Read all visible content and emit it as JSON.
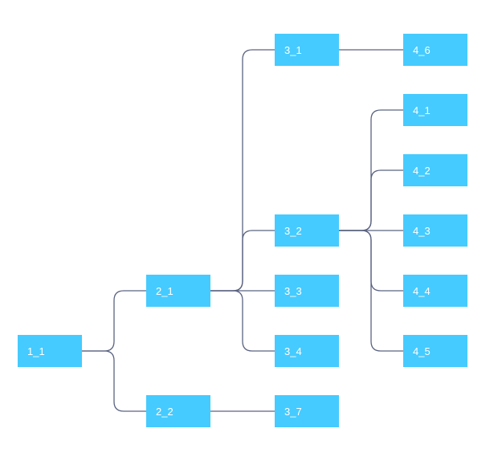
{
  "colors": {
    "node_fill": "#45CBFF",
    "node_text": "#FFFFFF",
    "edge": "#5B6381",
    "background": "#FFFFFF"
  },
  "nodes": [
    {
      "id": "1_1",
      "label": "1_1"
    },
    {
      "id": "2_1",
      "label": "2_1"
    },
    {
      "id": "2_2",
      "label": "2_2"
    },
    {
      "id": "3_1",
      "label": "3_1"
    },
    {
      "id": "3_2",
      "label": "3_2"
    },
    {
      "id": "3_3",
      "label": "3_3"
    },
    {
      "id": "3_4",
      "label": "3_4"
    },
    {
      "id": "3_7",
      "label": "3_7"
    },
    {
      "id": "4_1",
      "label": "4_1"
    },
    {
      "id": "4_2",
      "label": "4_2"
    },
    {
      "id": "4_3",
      "label": "4_3"
    },
    {
      "id": "4_4",
      "label": "4_4"
    },
    {
      "id": "4_5",
      "label": "4_5"
    },
    {
      "id": "4_6",
      "label": "4_6"
    }
  ],
  "edges": [
    {
      "from": "1_1",
      "to": "2_1"
    },
    {
      "from": "1_1",
      "to": "2_2"
    },
    {
      "from": "2_1",
      "to": "3_1"
    },
    {
      "from": "2_1",
      "to": "3_2"
    },
    {
      "from": "2_1",
      "to": "3_3"
    },
    {
      "from": "2_1",
      "to": "3_4"
    },
    {
      "from": "2_2",
      "to": "3_7"
    },
    {
      "from": "3_1",
      "to": "4_6"
    },
    {
      "from": "3_2",
      "to": "4_1"
    },
    {
      "from": "3_2",
      "to": "4_2"
    },
    {
      "from": "3_2",
      "to": "4_3"
    },
    {
      "from": "3_2",
      "to": "4_4"
    },
    {
      "from": "3_2",
      "to": "4_5"
    }
  ]
}
